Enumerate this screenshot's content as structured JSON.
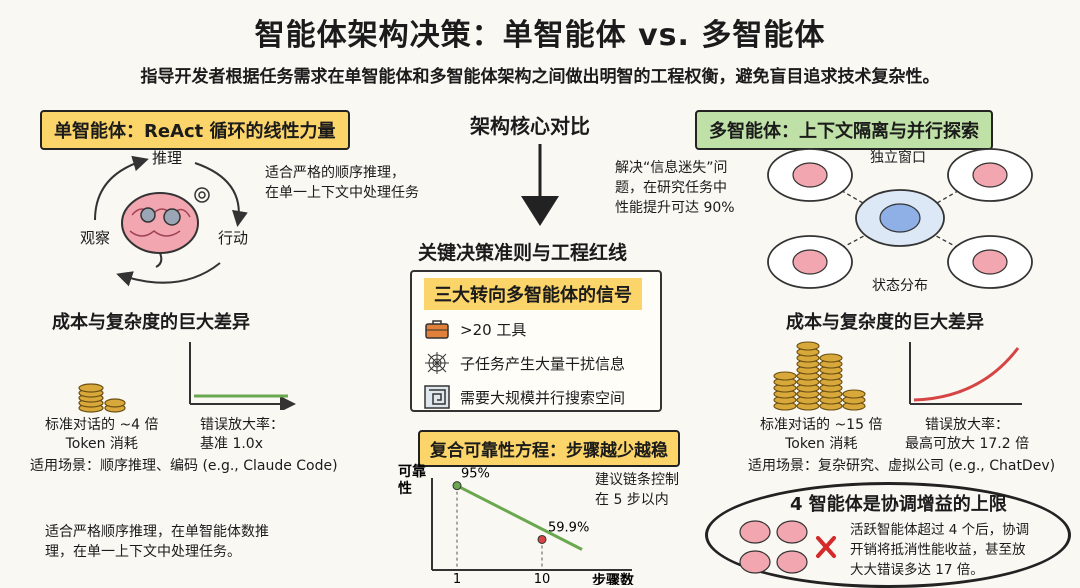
{
  "title": "智能体架构决策：单智能体 vs. 多智能体",
  "subtitle": "指导开发者根据任务需求在单智能体和多智能体架构之间做出明智的工程权衡，避免盲目追求技术复杂性。",
  "single": {
    "tag": "单智能体：ReAct 循环的线性力量",
    "loop": {
      "reason": "推理",
      "act": "行动",
      "observe": "观察"
    },
    "desc": "适合严格的顺序推理，\n在单一上下文中处理任务",
    "cost_title": "成本与复杂度的巨大差异",
    "token_text": "标准对话的 ~4 倍\nToken 消耗",
    "error_text": "错误放大率：\n基准 1.0x",
    "scenario": "适用场景：顺序推理、编码 (e.g., Claude Code)",
    "footer": "适合严格顺序推理，在单智能体数推\n理，在单一上下文中处理任务。"
  },
  "center": {
    "heading": "架构核心对比",
    "criteria": "关键决策准则与工程红线",
    "signals_title": "三大转向多智能体的信号",
    "signals": [
      {
        "icon": "toolbox-icon",
        "text": ">20 工具"
      },
      {
        "icon": "spiderweb-icon",
        "text": "子任务产生大量干扰信息"
      },
      {
        "icon": "maze-icon",
        "text": "需要大规模并行搜索空间"
      }
    ],
    "equation_title": "复合可靠性方程：步骤越少越稳",
    "note": "建议链条控制\n在 5 步以内"
  },
  "chart_data": {
    "type": "line",
    "title": "复合可靠性方程：步骤越少越稳",
    "xlabel": "步骤数",
    "ylabel": "可靠\n性",
    "x": [
      1,
      10
    ],
    "values": [
      95,
      59.9
    ],
    "tick_labels": [
      "1",
      "10"
    ],
    "point_labels": [
      "95%",
      "59.9%"
    ],
    "colors": {
      "start": "#6aa84f",
      "end": "#d64545"
    }
  },
  "multi": {
    "tag": "多智能体：上下文隔离与并行探索",
    "desc": "解决“信息迷失”问\n题，在研究任务中\n性能提升可达 90%",
    "window_label": "独立窗口",
    "state_label": "状态分布",
    "cost_title": "成本与复杂度的巨大差异",
    "token_text": "标准对话的 ~15 倍\nToken 消耗",
    "error_text": "错误放大率：\n最高可放大 17.2 倍",
    "scenario": "适用场景：复杂研究、虚拟公司 (e.g., ChatDev)",
    "limit_title": "4 智能体是协调增益的上限",
    "limit_text": "活跃智能体超过 4 个后，协调\n开销将抵消性能收益，甚至放\n大大错误多达 17 倍。"
  }
}
